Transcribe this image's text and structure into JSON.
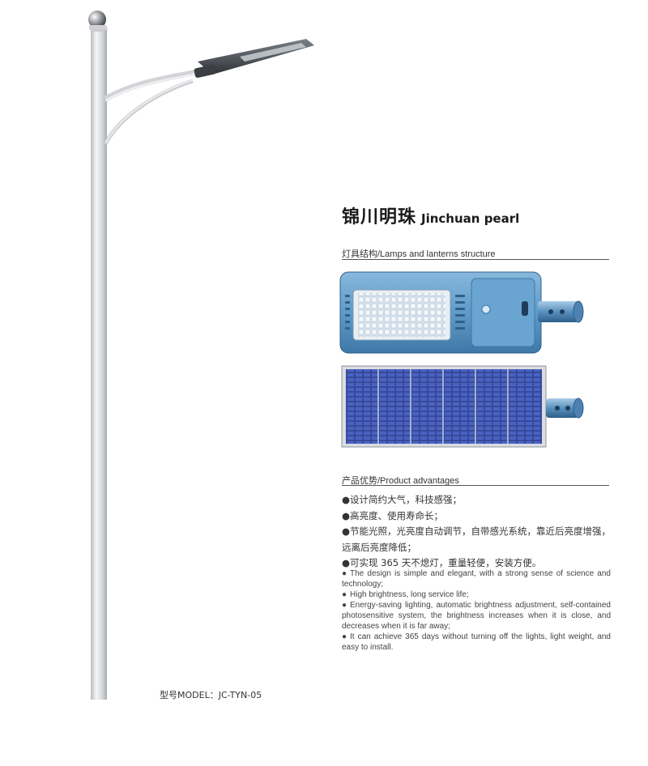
{
  "title": {
    "cn": "锦川明珠",
    "en": "Jinchuan pearl"
  },
  "structure_heading": "灯具结构/Lamps and lanterns structure",
  "advantages_heading": "产品优势/Product advantages",
  "bullet_symbol": "●",
  "advantages_cn": [
    "设计简约大气，科技感强；",
    "高亮度、使用寿命长；",
    "节能光照，光亮度自动调节，自带感光系统，靠近后亮度增强，远离后亮度降低；",
    "可实现 365 天不熄灯，重量轻便，安装方便。"
  ],
  "advantages_en": [
    "The design is simple and elegant, with a strong sense of science and technology;",
    "High brightness, long service life;",
    "Energy-saving lighting, automatic brightness adjustment, self-contained photosensitive system, the brightness increases when it is close, and decreases when it is far away;",
    "It can achieve 365 days without turning off the lights, light weight, and easy to install."
  ],
  "model": "型号MODEL：JC-TYN-05",
  "colors": {
    "lamp_body": "#5f9bc8",
    "solar_panel": "#3a4fa8",
    "pole": "#d8dadd"
  },
  "icons": [
    "street-light-pole-illustration",
    "lamp-body-illustration",
    "solar-panel-illustration"
  ]
}
